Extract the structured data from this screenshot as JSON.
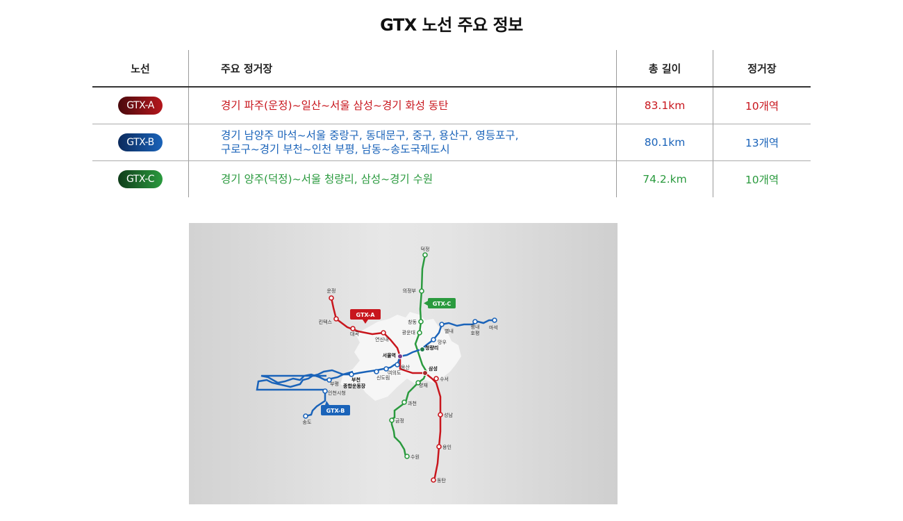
{
  "title": "GTX 노선 주요 정보",
  "colors": {
    "a": "#c8161d",
    "b": "#1a63b9",
    "c": "#2a9a3e"
  },
  "table": {
    "headers": {
      "line": "노선",
      "stations": "주요 정거장",
      "length": "총 길이",
      "stops": "정거장"
    },
    "rows": [
      {
        "badge": "GTX-A",
        "stations_1": "경기 파주(운정)~일산~서울 삼성~경기 화성 동탄",
        "stations_2": "",
        "length": "83.1km",
        "stops": "10개역"
      },
      {
        "badge": "GTX-B",
        "stations_1": "경기 남양주 마석~서울 중랑구, 동대문구, 중구, 용산구, 영등포구,",
        "stations_2": "구로구~경기 부천~인천 부평, 남동~송도국제도시",
        "length": "80.1km",
        "stops": "13개역"
      },
      {
        "badge": "GTX-C",
        "stations_1": "경기 양주(덕정)~서울 청량리, 삼성~경기 수원",
        "stations_2": "",
        "length": "74.2.km",
        "stops": "10개역"
      }
    ]
  },
  "map": {
    "tags": {
      "a": "GTX-A",
      "b": "GTX-B",
      "c": "GTX-C"
    },
    "stations": {
      "deokjeong": "덕정",
      "uijeongbu": "의정부",
      "changdong": "창동",
      "gwangundae": "광운대",
      "cheongnyangni": "청량리",
      "samseong": "삼성",
      "yangjae": "양재",
      "gwacheon": "과천",
      "geumjeong": "금정",
      "suwon": "수원",
      "unjeong": "운정",
      "kintex": "킨텍스",
      "daegok": "대곡",
      "yeonsinnae": "연신내",
      "seoul": "서울역",
      "suseo": "수서",
      "seongnam": "성남",
      "yongin": "용인",
      "dongtan": "동탄",
      "mangu": "망우",
      "byeollae": "별내",
      "pyeongnae": "평내",
      "hopyeong": "호평",
      "maseok": "마석",
      "yongsan": "용산",
      "yeouido": "여의도",
      "sindorim": "신도림",
      "bucheon_1": "부천",
      "bucheon_2": "종합운동장",
      "bupyeong": "부평",
      "incheon_cityhall": "인천시청",
      "songdo": "송도"
    }
  }
}
